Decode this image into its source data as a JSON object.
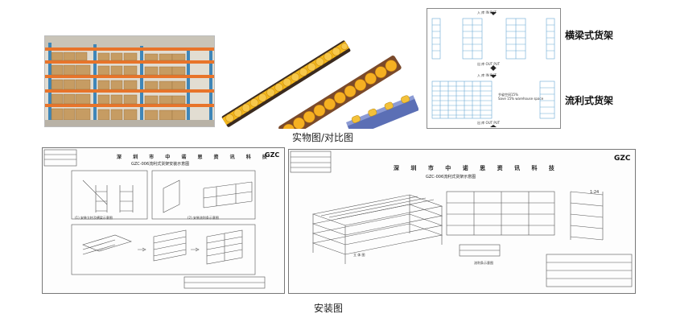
{
  "top": {
    "photo_alt": "warehouse-rack-photo",
    "schematic": {
      "in_label": "入 库 IN PUT",
      "out_label": "出 库 OUT PUT",
      "in_label_2": "入 库 IN PUT",
      "out_label_2": "出 库 OUT PUT",
      "note_line1": "节省空间15%",
      "note_line2": "Save 15% warehouse space"
    },
    "label_transverse": "横梁式货架",
    "label_flow": "流利式货架",
    "caption": "实物图/对比图"
  },
  "bottom": {
    "caption": "安装图",
    "sheet_left": {
      "title": "深 圳 市 中 诺 思 资 讯 科 技",
      "subtitle": "GZC-006流利式货架安装示意图",
      "logo": "GZC",
      "fig_labels": [
        "(1) 安装立柱及横梁示意图",
        "(2) 安装流利条示意图"
      ]
    },
    "sheet_right": {
      "title": "深 圳 市 中 诺 思 资 讯 科 技",
      "subtitle": "GZC-006流利式货架示意图",
      "logo": "GZC",
      "scale": "1:24",
      "fig_label": "立 体 图",
      "side_label": "流利条示意图"
    }
  },
  "colors": {
    "rack_orange": "#e8742a",
    "rack_blue": "#3f86b8",
    "roller_yellow": "#f4b81c",
    "schematic_line": "#6aa9d6"
  }
}
